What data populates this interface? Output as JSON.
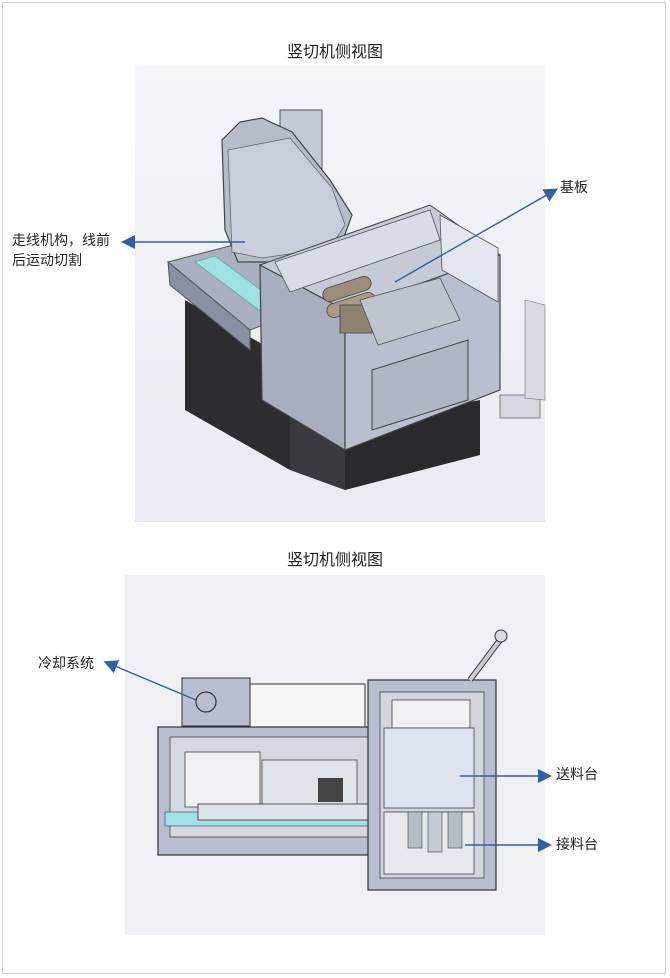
{
  "diagram_top": {
    "title": "竖切机侧视图",
    "labels": {
      "left_line1": "走线机构，线前",
      "left_line2": "后运动切割",
      "right": "基板"
    }
  },
  "diagram_bottom": {
    "title": "竖切机侧视图",
    "labels": {
      "cooling": "冷却系统",
      "feed": "送料台",
      "receive": "接料台"
    }
  },
  "colors": {
    "arrow": "#2f5fa6",
    "body": "#b9bfd0",
    "body_dark": "#8c93a8",
    "base_dark": "#2b2b2e",
    "cyan": "#9fe0e3"
  }
}
